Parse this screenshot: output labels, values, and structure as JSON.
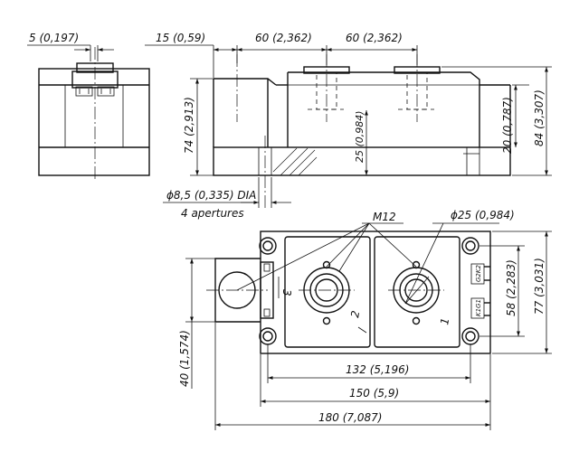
{
  "dimensions": {
    "width_5": "5 (0,197)",
    "width_15": "15 (0,59)",
    "spacing_60a": "60 (2,362)",
    "spacing_60b": "60 (2,362)",
    "height_20": "20 (0,787)",
    "height_84": "84 (3,307)",
    "height_74": "74 (2,913)",
    "height_25": "25 (0,984)",
    "hole_dia": "ϕ8,5 (0,335) DIA",
    "apertures": "4 apertures",
    "thread": "M12",
    "terminal_dia": "ϕ25 (0,984)",
    "height_58": "58 (2,283)",
    "height_77": "77 (3,031)",
    "height_40": "40 (1,574)",
    "length_132": "132 (5,196)",
    "length_150": "150 (5,9)",
    "length_180": "180 (7,087)"
  },
  "labels": {
    "term_1": "1",
    "term_2": "2",
    "term_3": "3",
    "pin_g2k2": "G2K2",
    "pin_k1g1": "K1G1"
  }
}
